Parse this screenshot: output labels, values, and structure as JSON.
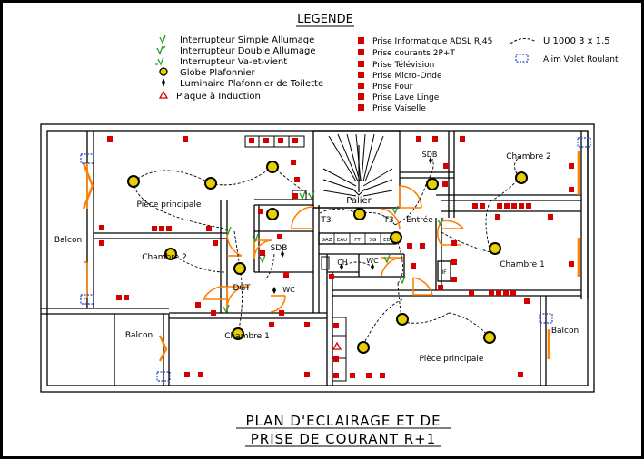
{
  "legend": {
    "title": "LEGENDE",
    "symbols": [
      "Interrupteur Simple Allumage",
      "Interrupteur Double Allumage",
      "Interrupteur Va-et-vient",
      "Globe Plafonnier",
      "Luminaire Plafonnier de Toilette",
      "Plaque à Induction"
    ],
    "outlets": [
      "Prise Informatique ADSL RJ45",
      "Prise courants 2P+T",
      "Prise Télévision",
      "Prise Micro-Onde",
      "Prise Four",
      "Prise Lave Linge",
      "Prise Vaiselle"
    ],
    "cable": "U 1000 3 x 1,5",
    "shutter": "Alim Volet Roulant"
  },
  "rooms": {
    "left": [
      "Pièce principale",
      "Chambre 2",
      "Chambre 1",
      "SDB",
      "DGT",
      "WC",
      "Balcon",
      "Balcon"
    ],
    "center": [
      "Palier",
      "T3",
      "T3",
      "CH",
      "WC"
    ],
    "meter": [
      "GAZ",
      "EAU",
      "FT",
      "SG",
      "EDF"
    ],
    "right": [
      "SDB",
      "Entrée",
      "Chambre 2",
      "Chambre 1",
      "Pièce principale",
      "Balcon"
    ],
    "riser_tag": "IF"
  },
  "title": {
    "line1": "PLAN D'ECLAIRAGE ET DE",
    "line2": "PRISE DE COURANT R+1"
  },
  "colors": {
    "background": "#000000",
    "paper": "#ffffff",
    "wall": "#000000",
    "outlet": "#d40000",
    "switch": "#2a9d2a",
    "globe": "#e8d000",
    "door": "#ff8000",
    "window": "#2040d0"
  }
}
